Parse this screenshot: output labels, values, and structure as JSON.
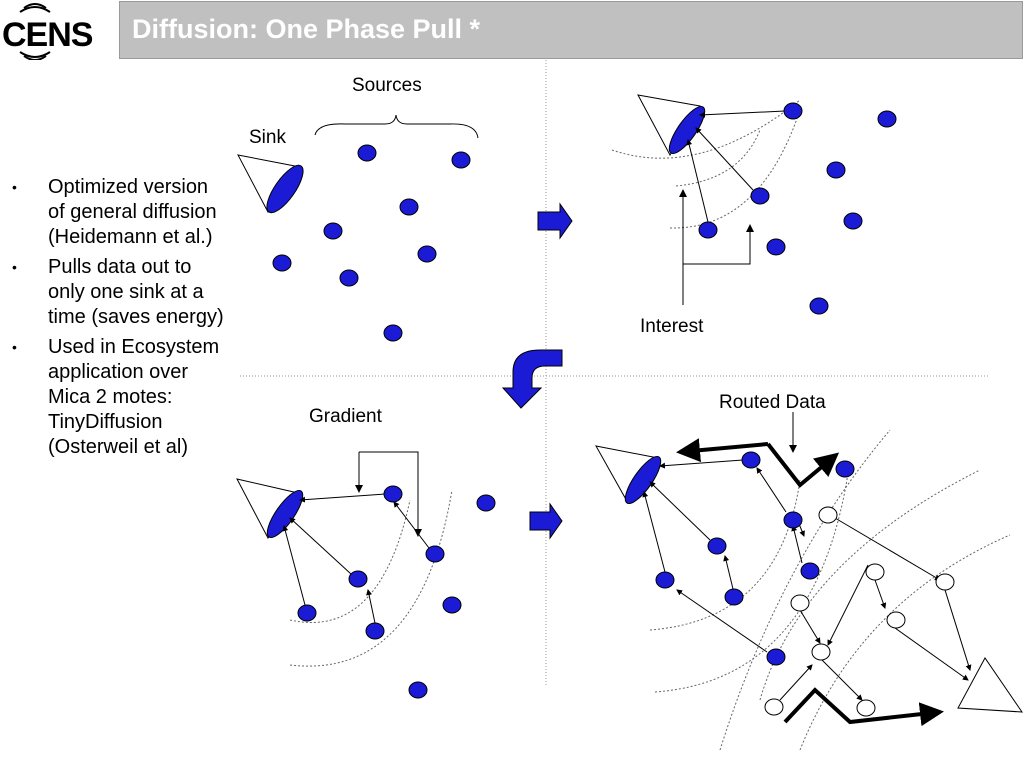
{
  "header": {
    "logo_text": "CENS",
    "title": "Diffusion: One Phase Pull *"
  },
  "bullets": [
    "Optimized version of general diffusion (Heidemann et al.)",
    "Pulls data out to only one sink at a time (saves energy)",
    "Used in Ecosystem application over Mica 2 motes: TinyDiffusion (Osterweil et al)"
  ],
  "labels": {
    "sources": "Sources",
    "sink": "Sink",
    "interest": "Interest",
    "gradient": "Gradient",
    "routed_data": "Routed Data"
  },
  "colors": {
    "node_fill": "#1b1bd6",
    "title_bar": "#c0c0c0",
    "arrow_fill": "#1b1bd6"
  }
}
